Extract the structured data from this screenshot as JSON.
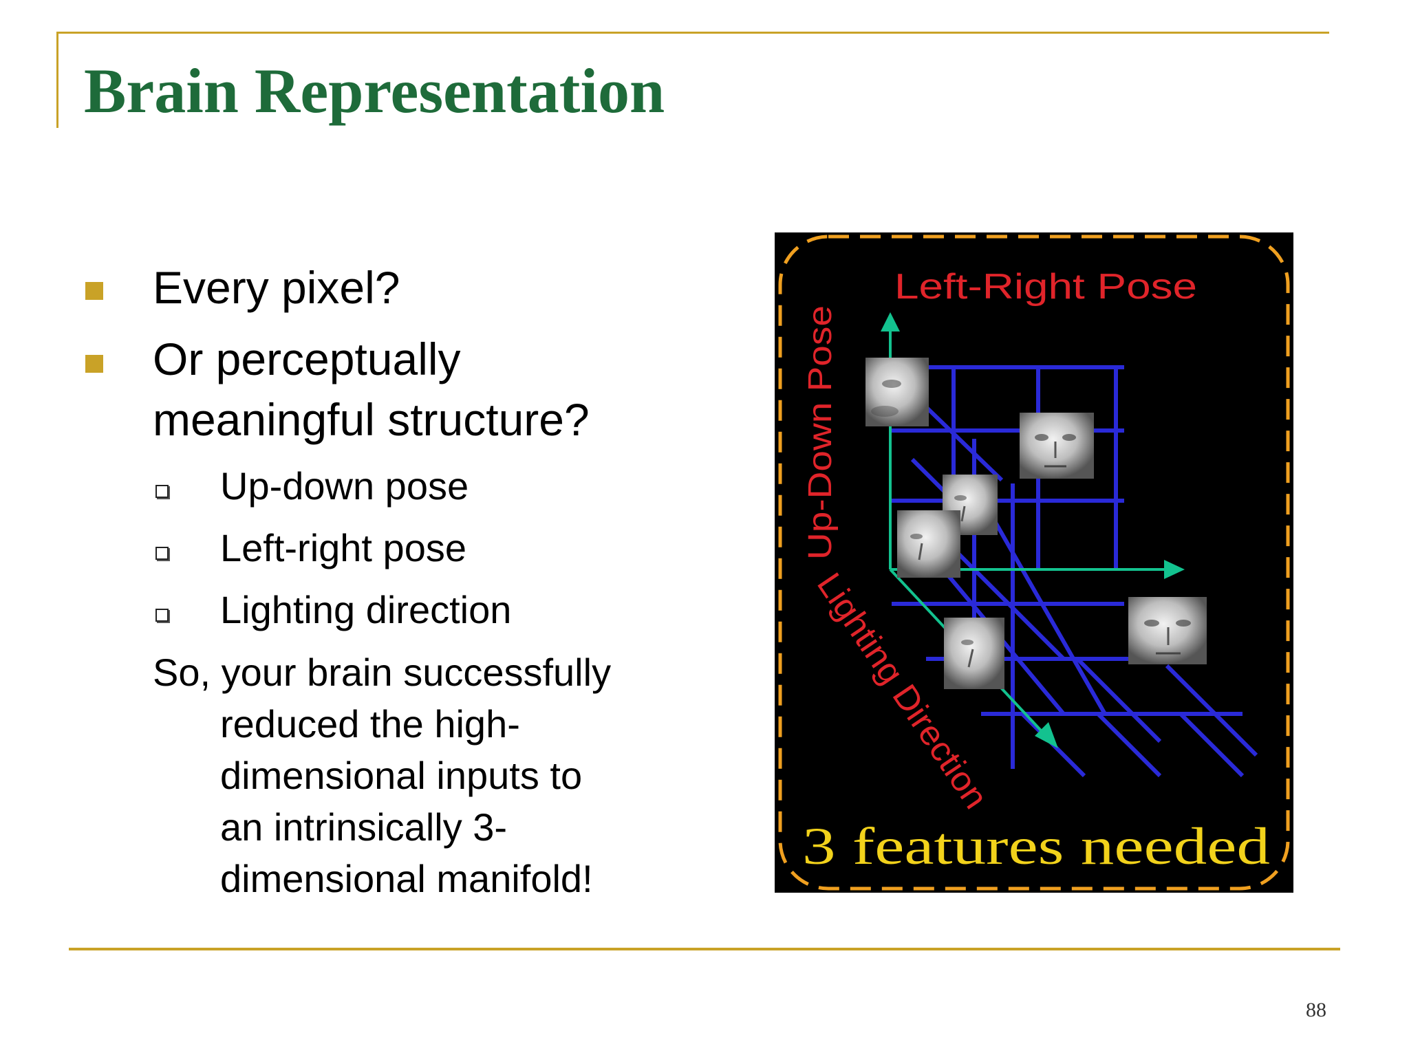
{
  "slide": {
    "title": "Brain Representation",
    "page_number": "88"
  },
  "bullets": [
    {
      "text": "Every pixel?"
    },
    {
      "lines": [
        "Or perceptually",
        "meaningful structure?"
      ]
    }
  ],
  "sub_bullets": [
    {
      "text": "Up-down pose"
    },
    {
      "text": "Left-right pose"
    },
    {
      "text": "Lighting direction"
    }
  ],
  "conclusion": {
    "lines": [
      "So, your brain successfully",
      "reduced the high-",
      "dimensional inputs to",
      "an intrinsically 3-",
      "dimensional manifold!"
    ]
  },
  "figure": {
    "label_left_right": "Left-Right Pose",
    "label_up_down": "Up-Down Pose",
    "label_lighting": "Lighting Direction",
    "caption": "3 features needed"
  },
  "colors": {
    "title": "#1e6b3a",
    "accent_gold": "#c9a227",
    "figure_label_red": "#e0242a",
    "figure_caption_yellow": "#f2d21b",
    "figure_grid_blue": "#2a2ad8",
    "figure_axis_teal": "#13c28f",
    "figure_border_orange": "#f0a020"
  }
}
